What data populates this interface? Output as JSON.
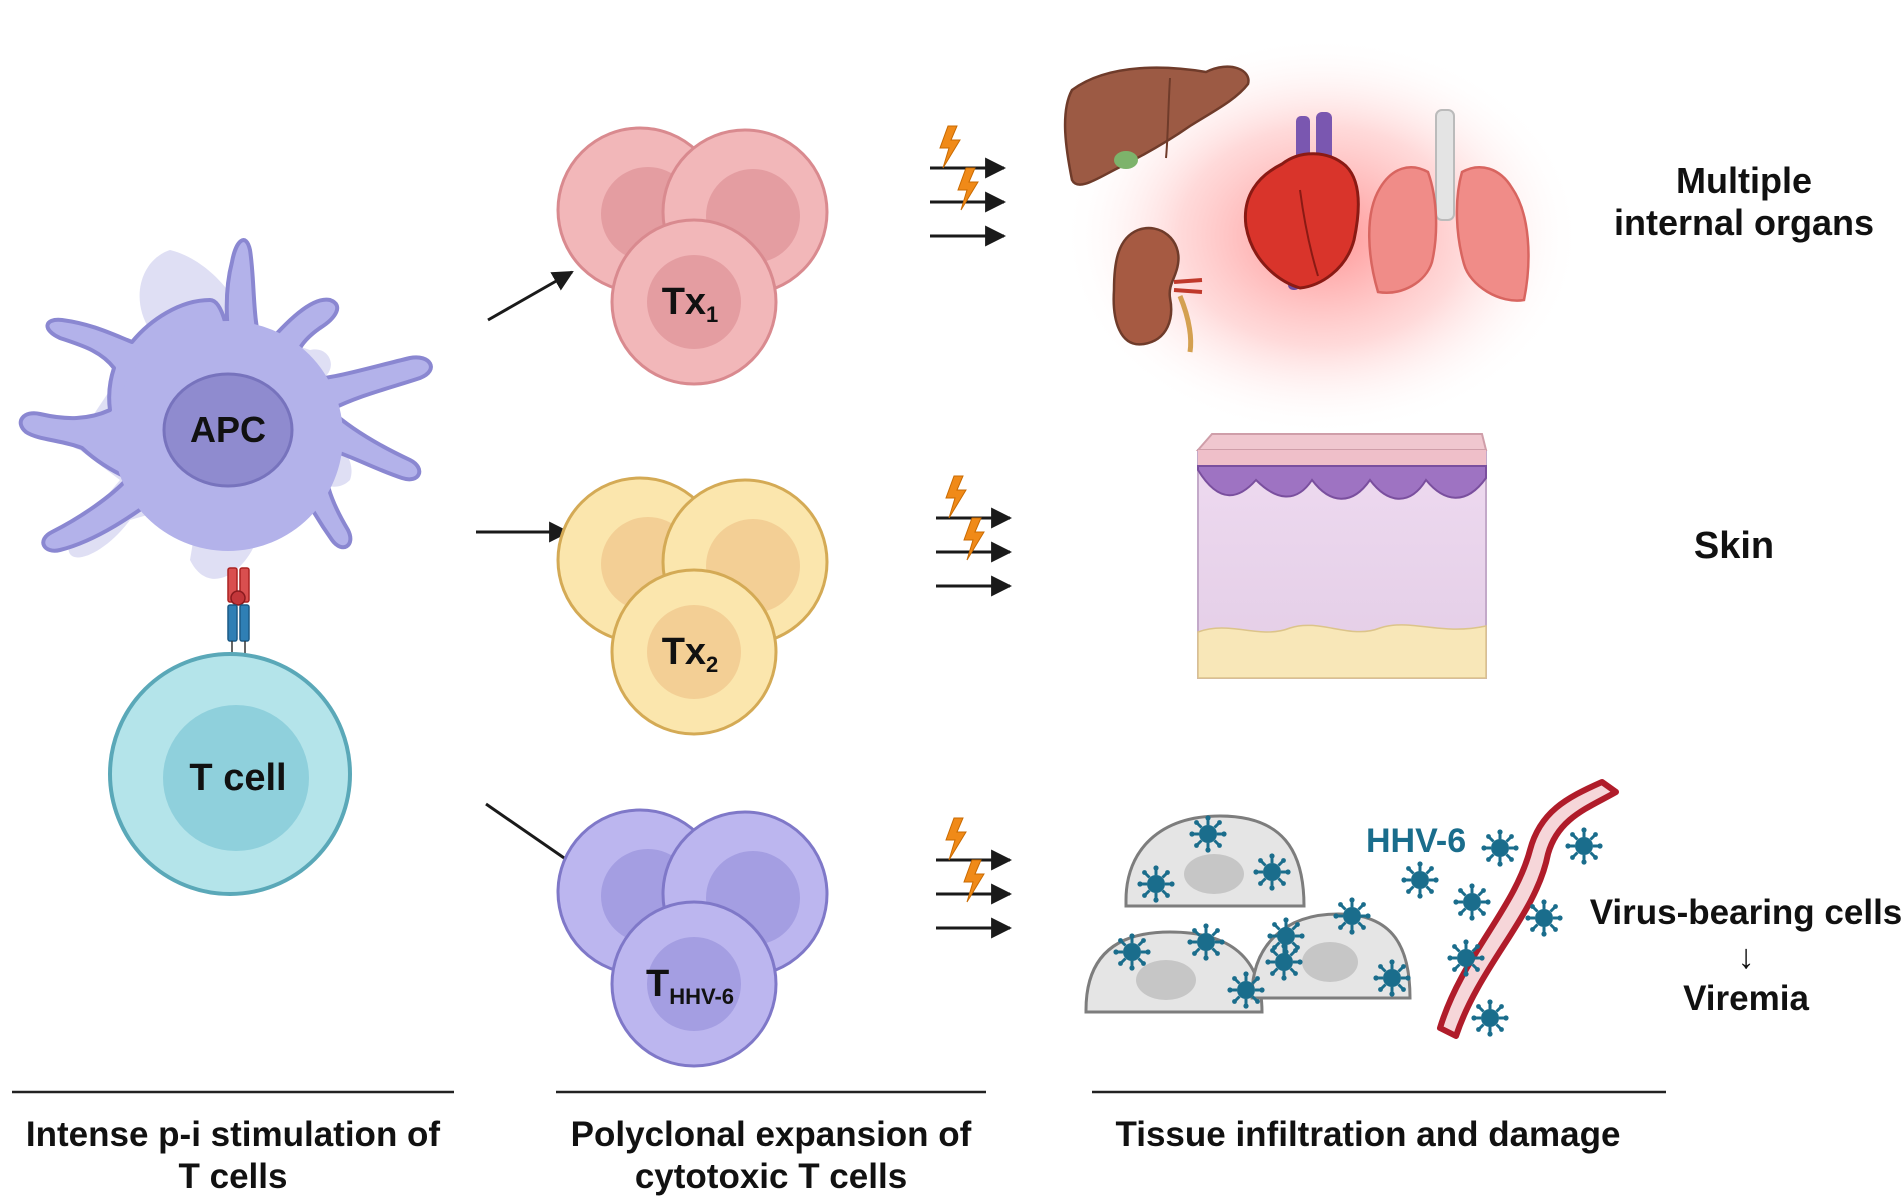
{
  "apc": {
    "label": "APC"
  },
  "tcell": {
    "label": "T cell"
  },
  "clusters": [
    {
      "main": "Tx",
      "sub": "1",
      "color": "#f2b7b9",
      "stroke": "#d98a8f",
      "nucleus": "#e49da1"
    },
    {
      "main": "Tx",
      "sub": "2",
      "color": "#fbe6ad",
      "stroke": "#d4aa55",
      "nucleus": "#f3cf95"
    },
    {
      "main": "T",
      "sub": "HHV-6",
      "color": "#bcb6ef",
      "stroke": "#7f78c8",
      "nucleus": "#a49ee2"
    }
  ],
  "targets": {
    "organs": "Multiple internal organs",
    "skin": "Skin",
    "virus_label": "HHV-6",
    "virus_outcome_1": "Virus-bearing cells",
    "arrow_glyph": "↓",
    "virus_outcome_2": "Viremia"
  },
  "columns": [
    {
      "line1": "Intense p-i stimulation of",
      "line2": "T cells"
    },
    {
      "line1": "Polyclonal expansion of",
      "line2": "cytotoxic T cells"
    },
    {
      "line1": "Tissue infiltration and damage",
      "line2": ""
    }
  ],
  "colors": {
    "apc": "#b3b2ea",
    "tcell": "#b4e4ea",
    "lightning": "#f08a18",
    "virus": "#1a6d8c",
    "vessel": "#b01c2a"
  }
}
